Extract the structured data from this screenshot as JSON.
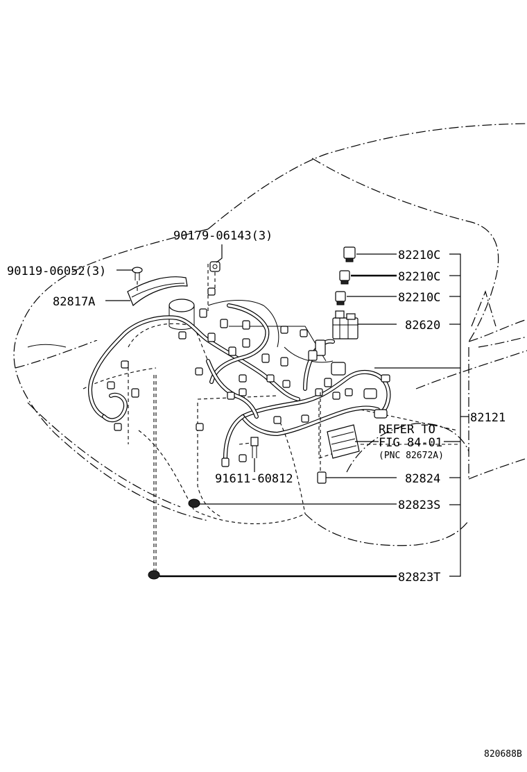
{
  "diagram": {
    "figure_code": "820688B",
    "parts": [
      {
        "id": "p-90179",
        "label": "90179-06143(3)"
      },
      {
        "id": "p-90119",
        "label": "90119-06052(3)"
      },
      {
        "id": "p-82817a",
        "label": "82817A"
      },
      {
        "id": "p-82210c-1",
        "label": "82210C"
      },
      {
        "id": "p-82210c-2",
        "label": "82210C"
      },
      {
        "id": "p-82210c-3",
        "label": "82210C"
      },
      {
        "id": "p-82620",
        "label": "82620"
      },
      {
        "id": "p-82121",
        "label": "82121"
      },
      {
        "id": "p-91611",
        "label": "91611-60812"
      },
      {
        "id": "p-82824",
        "label": "82824"
      },
      {
        "id": "p-82823s",
        "label": "82823S"
      },
      {
        "id": "p-82823t",
        "label": "82823T"
      }
    ],
    "reference_note": {
      "line1": "REFER TO",
      "line2": "FIG 84-01",
      "line3": "(PNC 82672A)"
    }
  }
}
